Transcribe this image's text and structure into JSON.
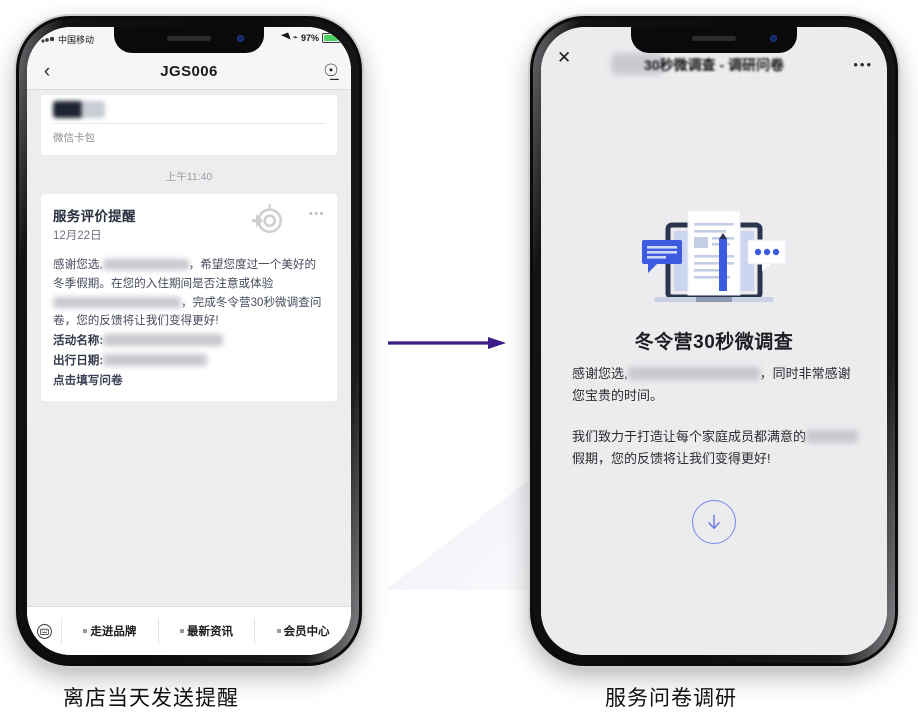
{
  "left_phone": {
    "status_bar": {
      "carrier": "中国移动",
      "battery": "97%",
      "wifi_icon": "wifi-icon",
      "bluetooth_icon": "bluetooth-icon"
    },
    "nav": {
      "back_icon": "chevron-left-icon",
      "title": "JGS006",
      "profile_icon": "person-icon"
    },
    "card_top": {
      "label": "微信卡包"
    },
    "timestamp": "上午11:40",
    "message_card": {
      "title": "服务评价提醒",
      "date": "12月22日",
      "icon": "refresh-target-icon",
      "more_icon": "more-dots-icon",
      "body_1": "感谢您选,",
      "body_2": "，希望您度过一个美好的冬季假期。在您的入住期间是否注意或体验",
      "body_3": "，完成冬令营30秒微调查问卷，您的反馈将让我们变得更好!",
      "field_activity": "活动名称:",
      "field_date": "出行日期:",
      "link": "点击填写问卷"
    },
    "tabbar": {
      "keyboard_icon": "keyboard-icon",
      "items": [
        "走进品牌",
        "最新资讯",
        "会员中心"
      ]
    }
  },
  "right_phone": {
    "header": {
      "close_icon": "close-icon",
      "title": "30秒微调查 - 调研问卷",
      "more_icon": "more-dots-icon"
    },
    "illustration": "survey-laptop-illustration",
    "heading": "冬令营30秒微调查",
    "paragraph_1a": "感谢您选,",
    "paragraph_1b": "，同时非常感谢您宝贵的时间。",
    "paragraph_2a": "我们致力于打造让每个家庭成员都满意的",
    "paragraph_2b": "假期，您的反馈将让我们变得更好!",
    "download_button": {
      "icon": "arrow-down-circle-icon"
    }
  },
  "captions": {
    "left": "离店当天发送提醒",
    "right": "服务问卷调研"
  },
  "colors": {
    "arrow": "#3B1E87",
    "accent_blue": "#3C5BE0",
    "link": "#3A4256",
    "battery": "#4CD264"
  }
}
